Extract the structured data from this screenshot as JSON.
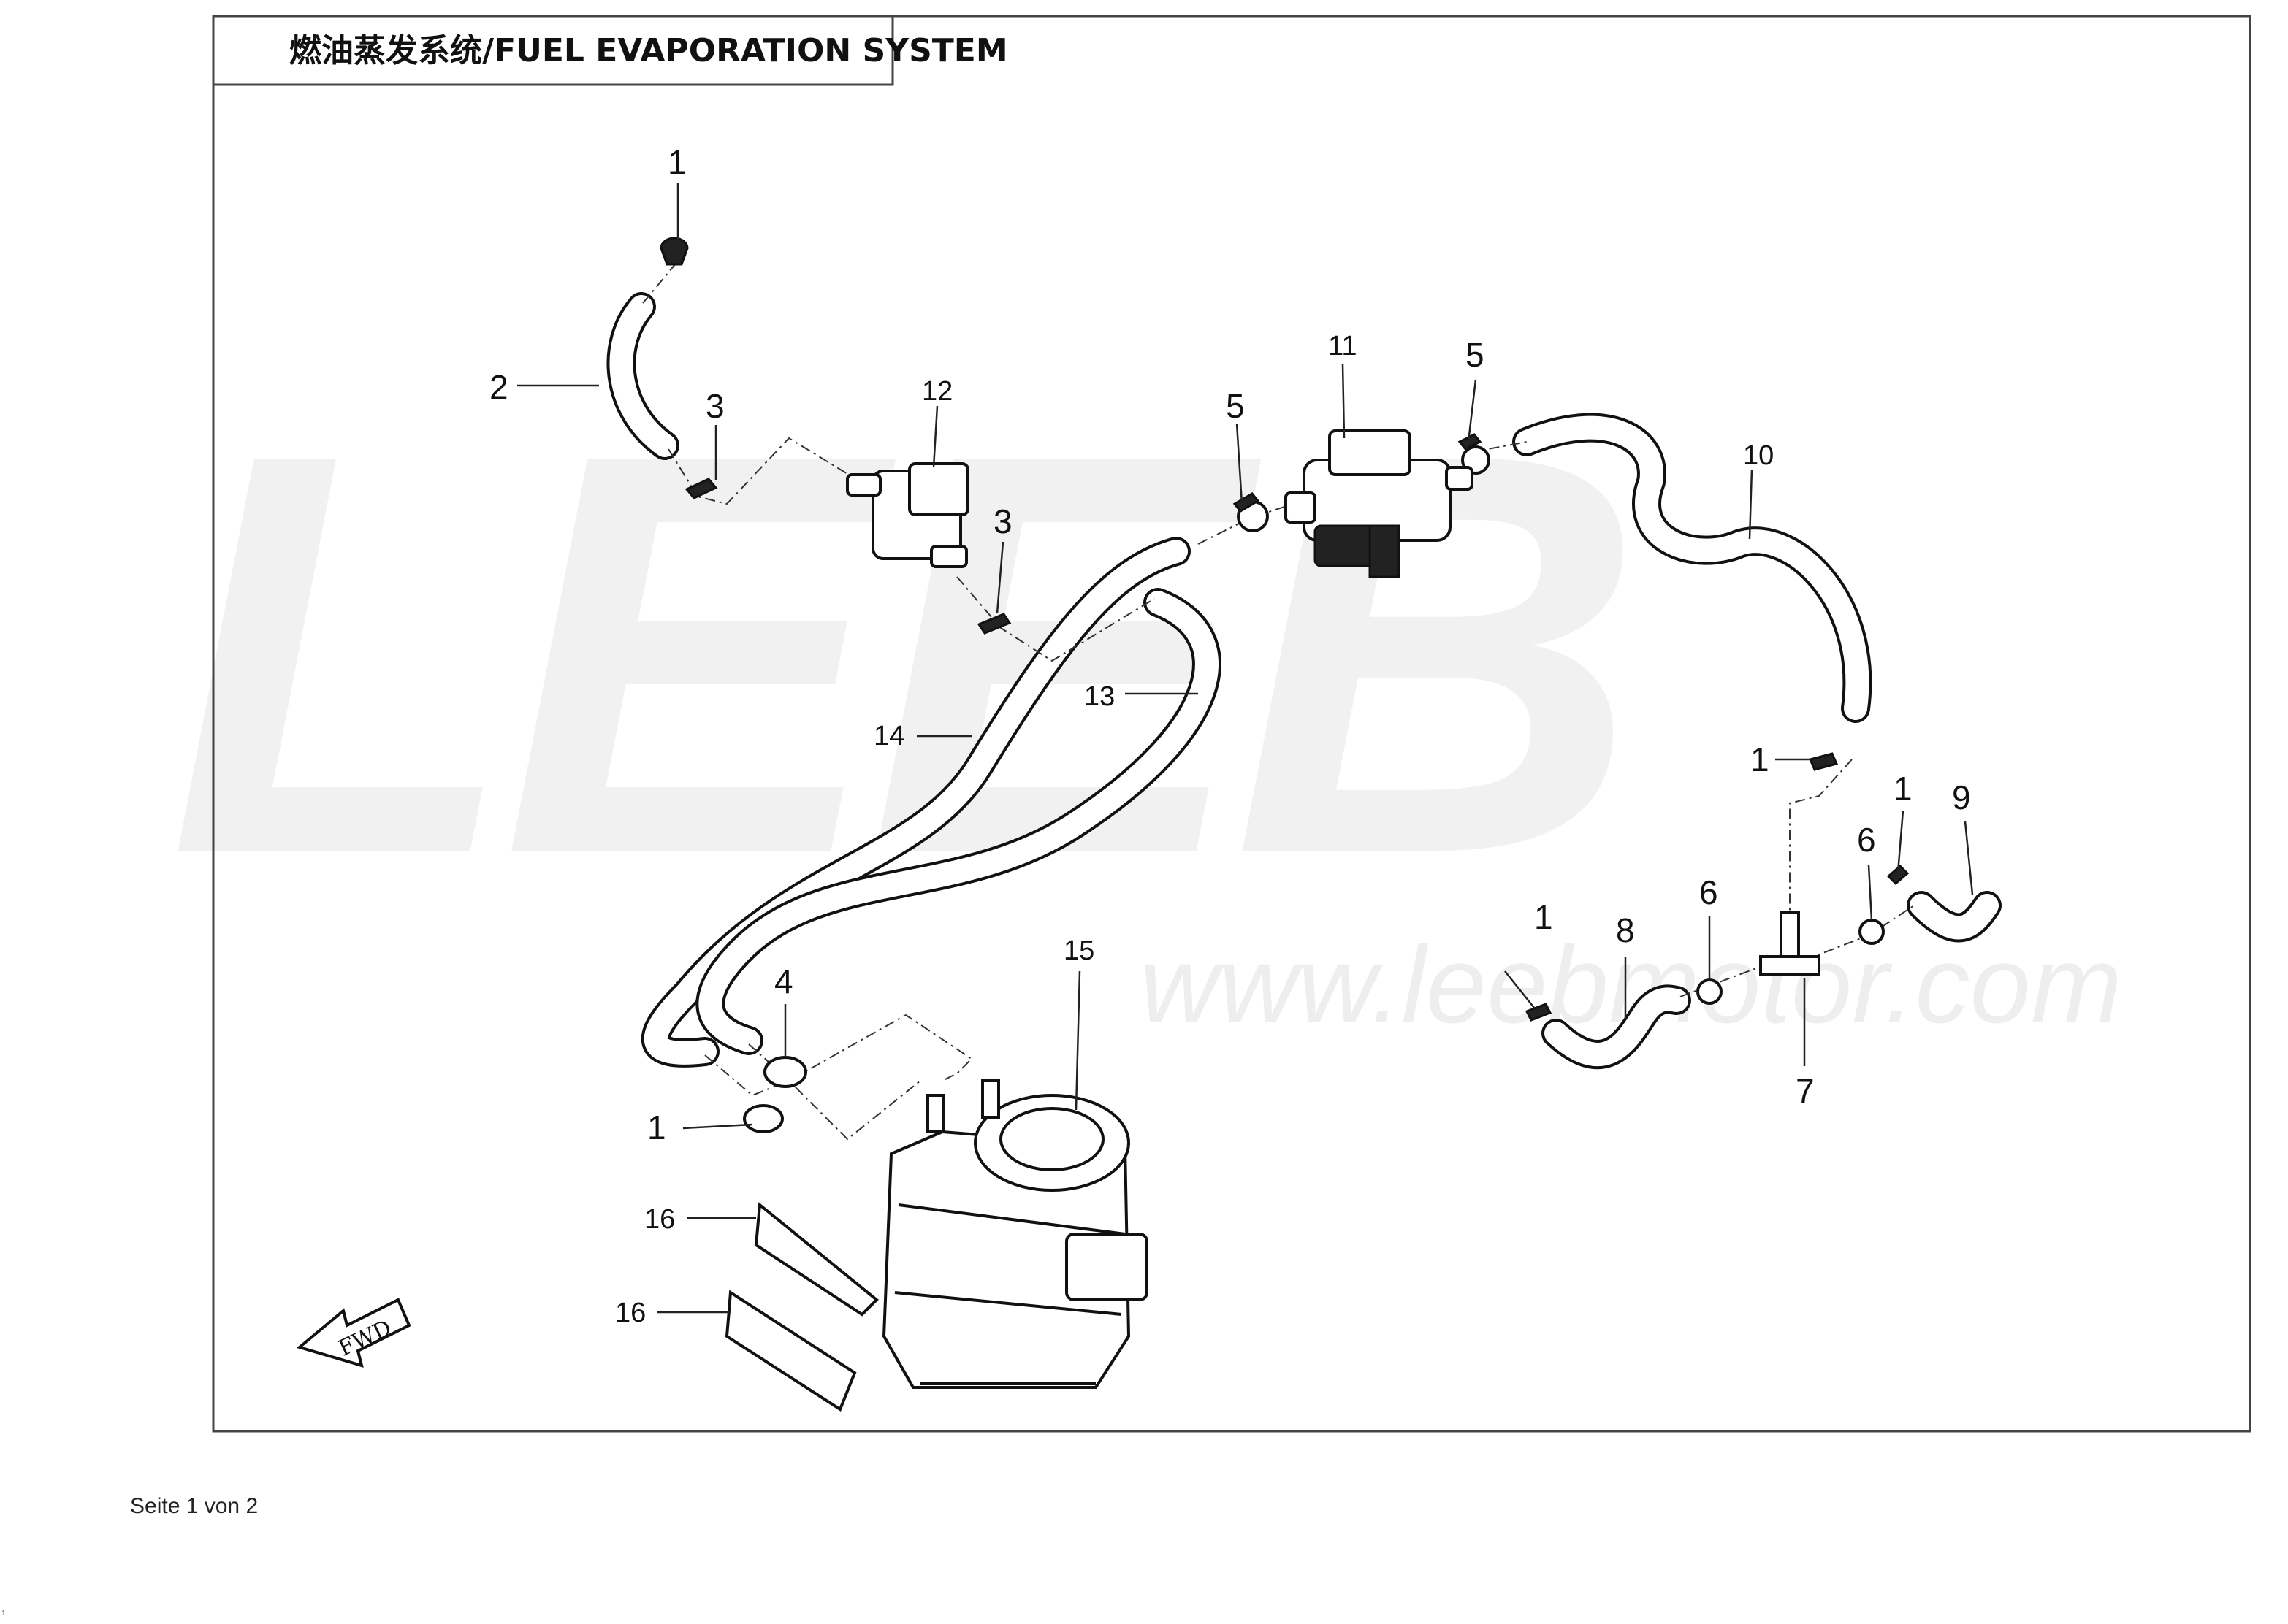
{
  "title": "燃油蒸发系统/FUEL EVAPORATION SYSTEM",
  "watermark": {
    "brand": "LEEB",
    "url": "www.leebmotor.com"
  },
  "fwd_label": "FWD",
  "callouts": [
    "1",
    "2",
    "3",
    "12",
    "3",
    "5",
    "11",
    "5",
    "10",
    "13",
    "14",
    "1",
    "1",
    "9",
    "6",
    "15",
    "4",
    "1",
    "8",
    "6",
    "7",
    "1",
    "16",
    "16"
  ],
  "footer": "Seite 1 von 2",
  "corner_mark": "1",
  "colors": {
    "line": "#111111",
    "watermark": "#f1f1f1",
    "background": "#ffffff"
  }
}
